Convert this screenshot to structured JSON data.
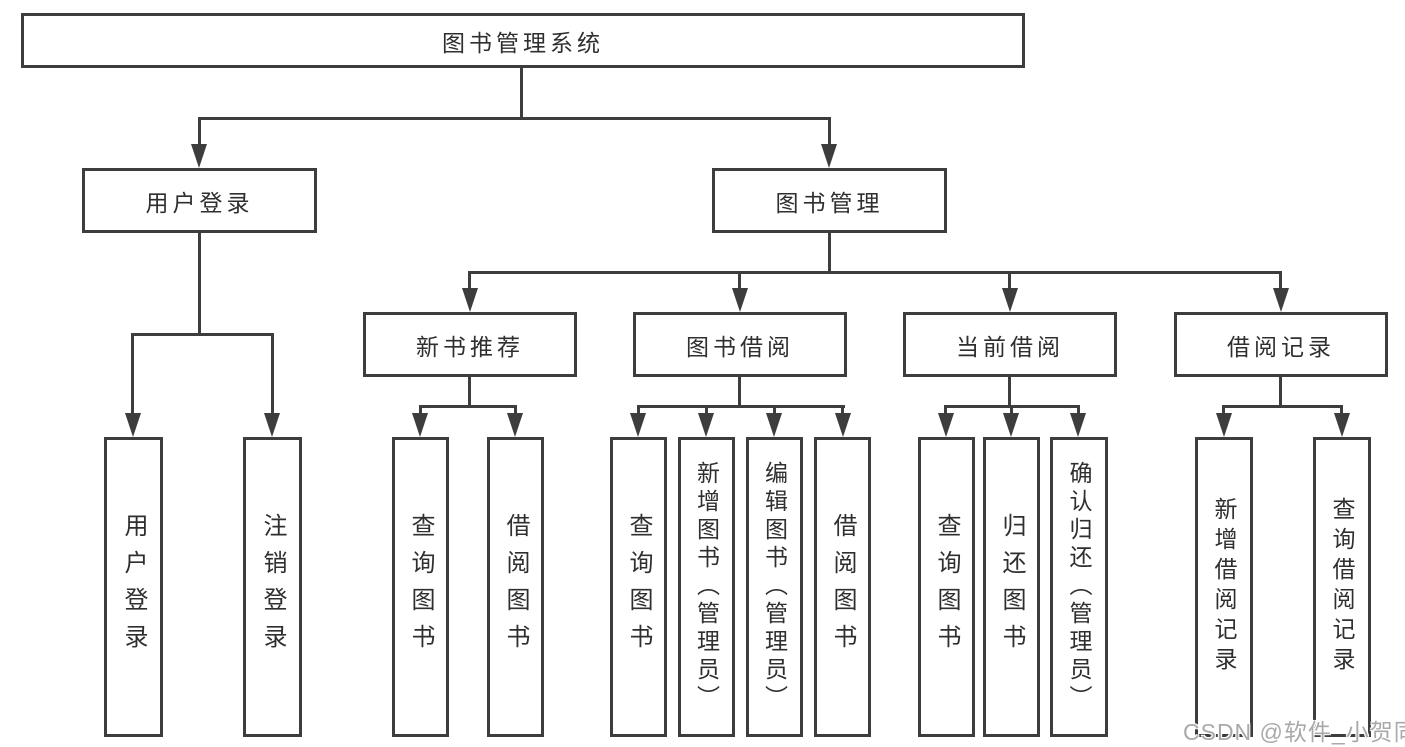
{
  "tree": {
    "label": "图书管理系统",
    "children": [
      {
        "label": "用户登录",
        "children": [
          {
            "label": "用户登录"
          },
          {
            "label": "注销登录"
          }
        ]
      },
      {
        "label": "图书管理",
        "children": [
          {
            "label": "新书推荐",
            "children": [
              {
                "label": "查询图书"
              },
              {
                "label": "借阅图书"
              }
            ]
          },
          {
            "label": "图书借阅",
            "children": [
              {
                "label": "查询图书"
              },
              {
                "label": "新增图书（管理员）"
              },
              {
                "label": "编辑图书（管理员）"
              },
              {
                "label": "借阅图书"
              }
            ]
          },
          {
            "label": "当前借阅",
            "children": [
              {
                "label": "查询图书"
              },
              {
                "label": "归还图书"
              },
              {
                "label": "确认归还（管理员）"
              }
            ]
          },
          {
            "label": "借阅记录",
            "children": [
              {
                "label": "新增借阅记录"
              },
              {
                "label": "查询借阅记录"
              }
            ]
          }
        ]
      }
    ]
  },
  "watermark": {
    "text": "CSDN @软件_小贺同学"
  },
  "colors": {
    "line": "#3d3d3d",
    "text": "#2f2f2f",
    "background": "#ffffff",
    "watermark": "#a9a9a9"
  }
}
